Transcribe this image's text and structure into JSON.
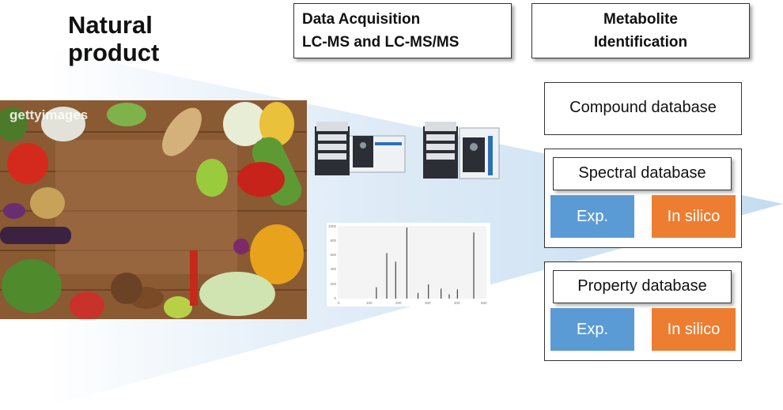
{
  "header": {
    "title_line1": "Natural",
    "title_line2": "product",
    "acquisition_line1": "Data Acquisition",
    "acquisition_line2": "LC-MS and LC-MS/MS",
    "identification_line1": "Metabolite",
    "identification_line2": "Identification"
  },
  "photo": {
    "watermark": "gettyimages"
  },
  "databases": {
    "compound": "Compound database",
    "spectral": {
      "title": "Spectral database",
      "exp": "Exp.",
      "in_silico": "In silico"
    },
    "property": {
      "title": "Property database",
      "exp": "Exp.",
      "in_silico": "In silico"
    }
  },
  "colors": {
    "exp": "#5b9bd5",
    "in_silico": "#ed7d31",
    "wedge": "#cfe2f3"
  },
  "spectrum": {
    "x_ticks": [
      "0",
      "100",
      "200",
      "300",
      "400",
      "500"
    ],
    "y_ticks": [
      "0",
      "200",
      "400",
      "600",
      "800",
      "1000"
    ]
  }
}
